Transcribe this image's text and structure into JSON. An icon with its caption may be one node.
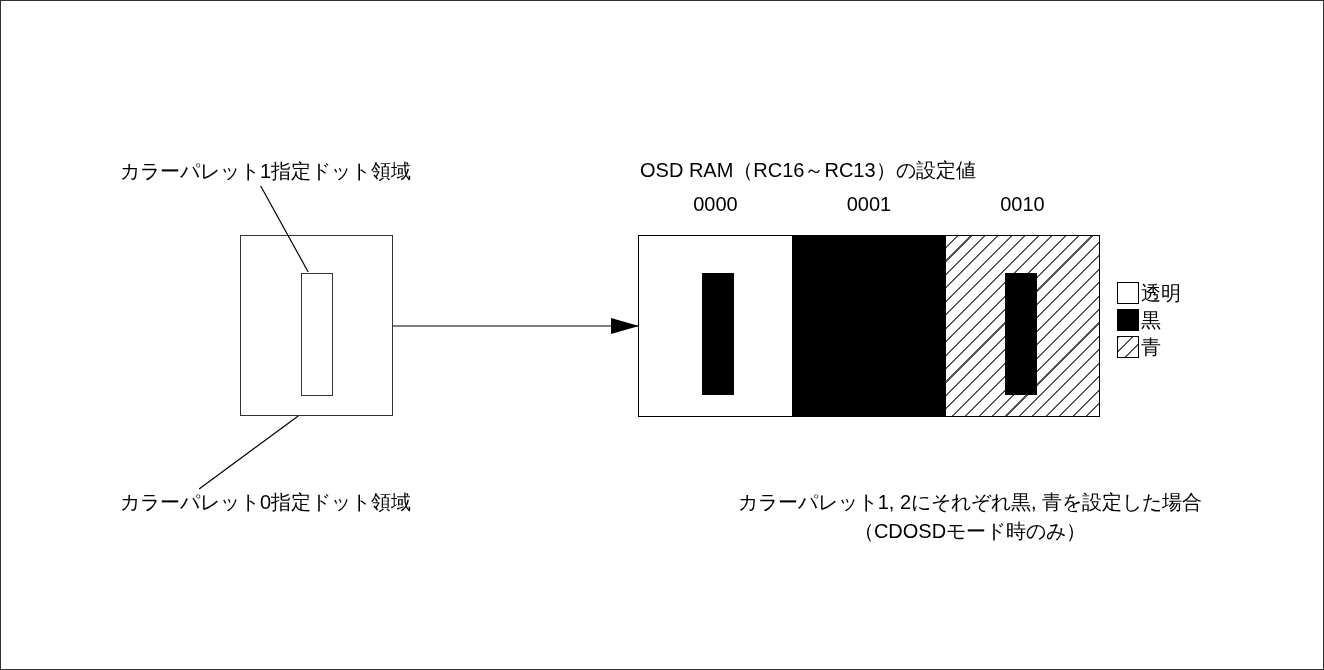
{
  "diagram": {
    "nodes": [
      {
        "text": [
          "カラーパレット1指定ドット領域"
        ]
      },
      {
        "text": [],
        "shape": "box"
      },
      {
        "text": [],
        "shape": "box",
        "in": 1
      },
      {
        "text": [
          "カラーパレット0指定ドット領域"
        ]
      },
      {
        "text": [
          "0000"
        ]
      },
      {
        "text": [],
        "shape": "bar",
        "in": 4
      },
      {
        "text": [
          "0001"
        ]
      },
      {
        "text": [
          "0010"
        ]
      },
      {
        "text": [],
        "shape": "bar",
        "in": 7
      }
    ],
    "edges": [
      {
        "from": 0,
        "to": 2,
        "arrow": "none"
      },
      {
        "from": 3,
        "to": 1,
        "arrow": "none"
      },
      {
        "from": 1,
        "to": 4,
        "arrow": "to"
      }
    ],
    "labels": [
      "OSD RAM（RC16～RC13）の設定値",
      "カラーパレット1, 2にそれぞれ黒, 青を設定した場合",
      "（CDOSDモード時のみ）"
    ],
    "legend": [
      {
        "text": "透明",
        "color": "#ffffff"
      },
      {
        "text": "黒",
        "color": "#000000"
      },
      {
        "text": "青"
      }
    ]
  }
}
